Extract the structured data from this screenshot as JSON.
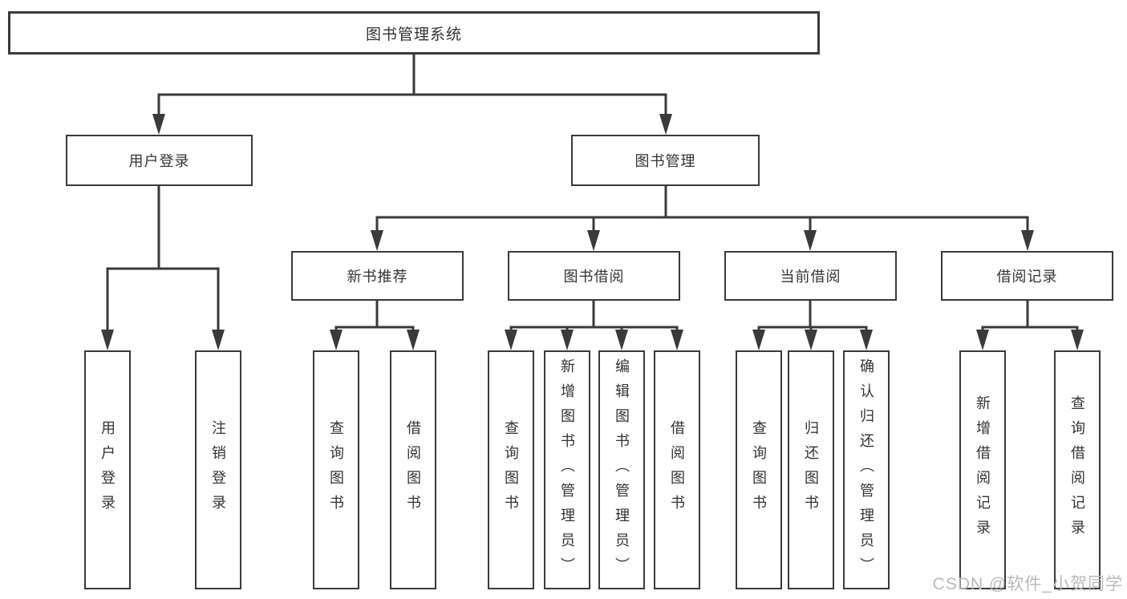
{
  "diagram": {
    "tree": {
      "label": "图书管理系统",
      "children": [
        {
          "label": "用户登录",
          "children": [
            {
              "label": "用户登录"
            },
            {
              "label": "注销登录"
            }
          ]
        },
        {
          "label": "图书管理",
          "children": [
            {
              "label": "新书推荐",
              "children": [
                {
                  "label": "查询图书"
                },
                {
                  "label": "借阅图书"
                }
              ]
            },
            {
              "label": "图书借阅",
              "children": [
                {
                  "label": "查询图书"
                },
                {
                  "label": "新增图书（管理员）"
                },
                {
                  "label": "编辑图书（管理员）"
                },
                {
                  "label": "借阅图书"
                }
              ]
            },
            {
              "label": "当前借阅",
              "children": [
                {
                  "label": "查询图书"
                },
                {
                  "label": "归还图书"
                },
                {
                  "label": "确认归还（管理员）"
                }
              ]
            },
            {
              "label": "借阅记录",
              "children": [
                {
                  "label": "新增借阅记录"
                },
                {
                  "label": "查询借阅记录"
                }
              ]
            }
          ]
        }
      ]
    },
    "colors": {
      "line": "#3a3a3a",
      "box_border": "#3a3a3a",
      "box_fill": "#ffffff",
      "text": "#333333",
      "watermark": "#b9b9b9"
    }
  },
  "watermark": {
    "text": "CSDN @软件_小贺同学"
  }
}
